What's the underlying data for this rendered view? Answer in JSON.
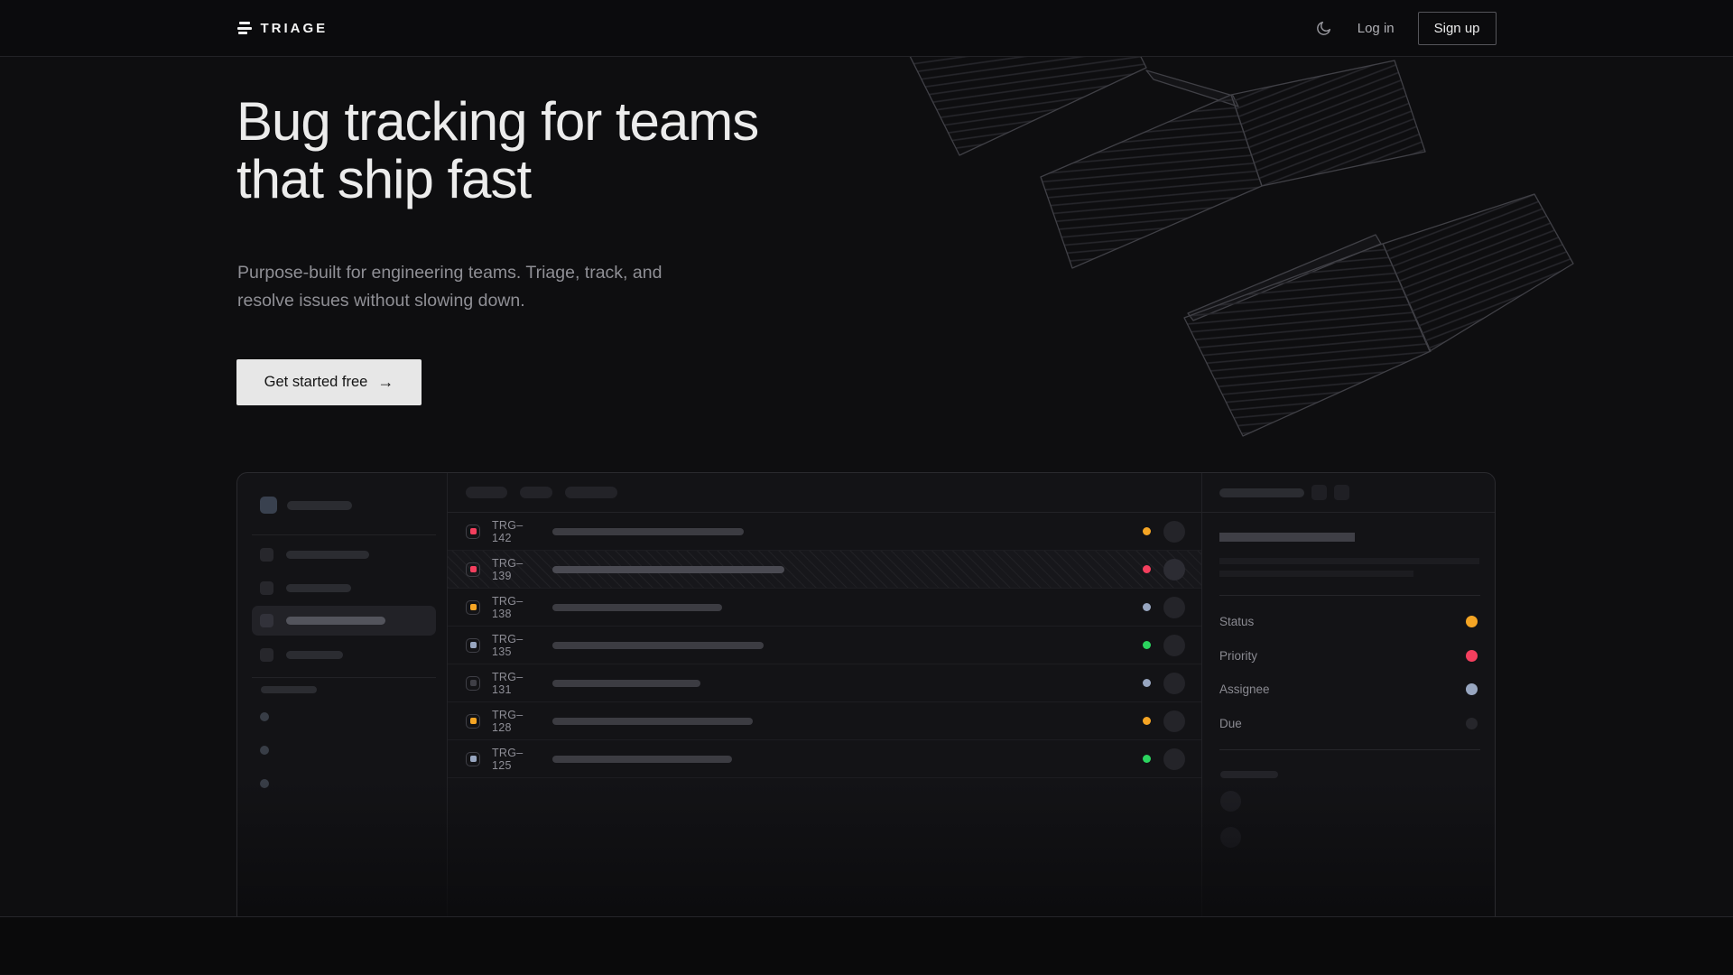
{
  "nav": {
    "brand": "TRIAGE",
    "login_label": "Log in",
    "signup_label": "Sign up"
  },
  "hero": {
    "title_line1": "Bug tracking for teams",
    "title_line2": "that ship fast",
    "subtitle_line1": "Purpose-built for engineering teams. Triage, track, and",
    "subtitle_line2": "resolve issues without slowing down.",
    "cta_label": "Get started free",
    "cta_arrow": "→"
  },
  "colors": {
    "amber": "#f5a524",
    "rose": "#f43f5e",
    "green": "#2bd45f",
    "slate": "#98a6c0",
    "gray": "#3f3f46",
    "muted": "#26262b"
  },
  "mockup": {
    "issues": [
      {
        "id": "TRG–142",
        "icon": "rose",
        "dot": "amber",
        "title_w": 212,
        "selected": false
      },
      {
        "id": "TRG–139",
        "icon": "rose",
        "dot": "rose",
        "title_w": 257,
        "selected": true
      },
      {
        "id": "TRG–138",
        "icon": "amber",
        "dot": "slate",
        "title_w": 188,
        "selected": false
      },
      {
        "id": "TRG–135",
        "icon": "slate",
        "dot": "green",
        "title_w": 234,
        "selected": false
      },
      {
        "id": "TRG–131",
        "icon": "gray",
        "dot": "slate",
        "title_w": 164,
        "selected": false
      },
      {
        "id": "TRG–128",
        "icon": "amber",
        "dot": "amber",
        "title_w": 222,
        "selected": false
      },
      {
        "id": "TRG–125",
        "icon": "slate",
        "dot": "green",
        "title_w": 199,
        "selected": false
      }
    ],
    "detail_fields": [
      {
        "label": "Status",
        "dot": "amber"
      },
      {
        "label": "Priority",
        "dot": "rose"
      },
      {
        "label": "Assignee",
        "dot": "slate"
      },
      {
        "label": "Due",
        "dot": "muted"
      }
    ]
  }
}
